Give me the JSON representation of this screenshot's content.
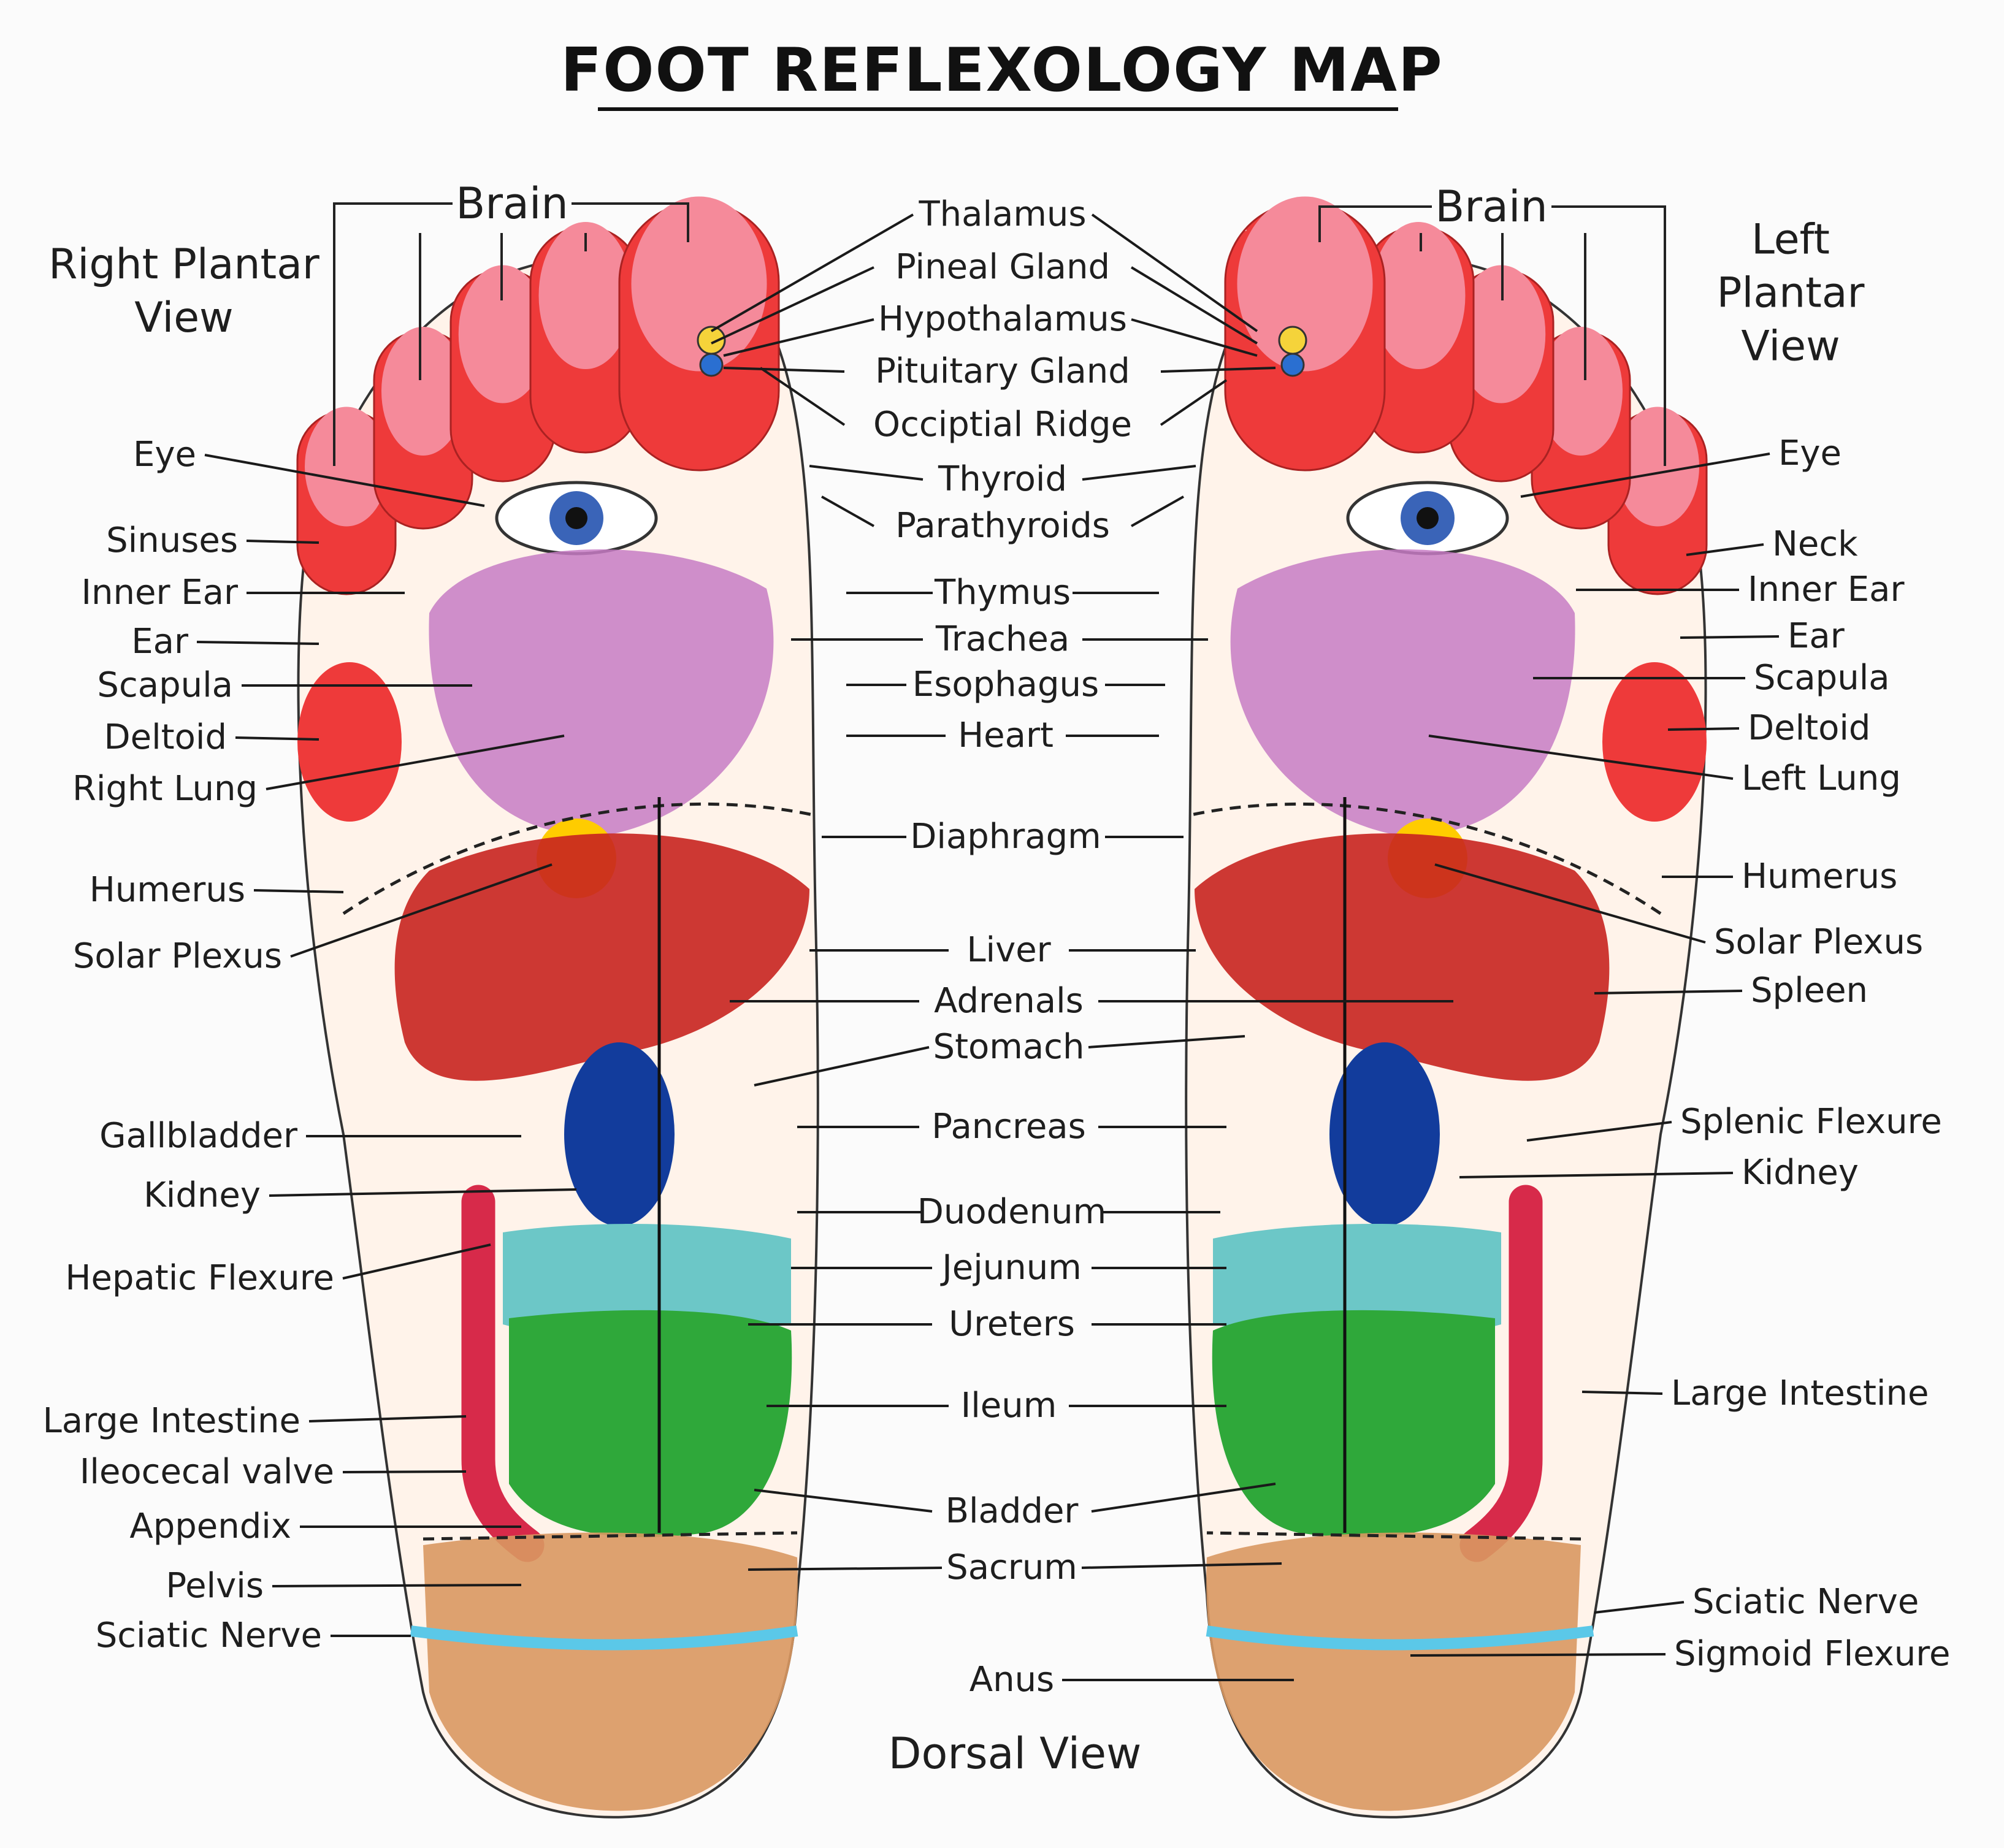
{
  "title": "FOOT REFLEXOLOGY MAP",
  "views": {
    "right_plantar": "Right Plantar\nView",
    "left_plantar": "Left Plantar\nView",
    "dorsal": "Dorsal View"
  },
  "brain_label": "Brain",
  "labels_left": [
    "Eye",
    "Sinuses",
    "Inner Ear",
    "Ear",
    "Scapula",
    "Deltoid",
    "Right Lung",
    "Humerus",
    "Solar Plexus",
    "Gallbladder",
    "Kidney",
    "Hepatic Flexure",
    "Large Intestine",
    "Ileocecal valve",
    "Appendix",
    "Pelvis",
    "Sciatic Nerve"
  ],
  "labels_center": [
    "Thalamus",
    "Pineal Gland",
    "Hypothalamus",
    "Pituitary Gland",
    "Occiptial Ridge",
    "Thyroid",
    "Parathyroids",
    "Thymus",
    "Trachea",
    "Esophagus",
    "Heart",
    "Diaphragm",
    "Liver",
    "Adrenals",
    "Stomach",
    "Pancreas",
    "Duodenum",
    "Jejunum",
    "Ureters",
    "Ileum",
    "Bladder",
    "Sacrum",
    "Anus"
  ],
  "labels_right": [
    "Eye",
    "Neck",
    "Inner Ear",
    "Ear",
    "Scapula",
    "Deltoid",
    "Left Lung",
    "Humerus",
    "Solar Plexus",
    "Spleen",
    "Splenic Flexure",
    "Kidney",
    "Large Intestine",
    "Sciatic Nerve",
    "Sigmoid Flexure"
  ],
  "colors": {
    "toe": "#ee3a3a",
    "toe_tip": "#f58a9a",
    "lung": "#c77bc4",
    "liver": "#c8231f",
    "kidney": "#123c9c",
    "small_intestine": "#2fa83a",
    "jejunum": "#6cc7c7",
    "large_intestine": "#d72a4a",
    "heel": "#d99862",
    "solar_plexus": "#ffcc00",
    "sciatic": "#5bc8e8",
    "leader_line": "#1a1a1a"
  }
}
